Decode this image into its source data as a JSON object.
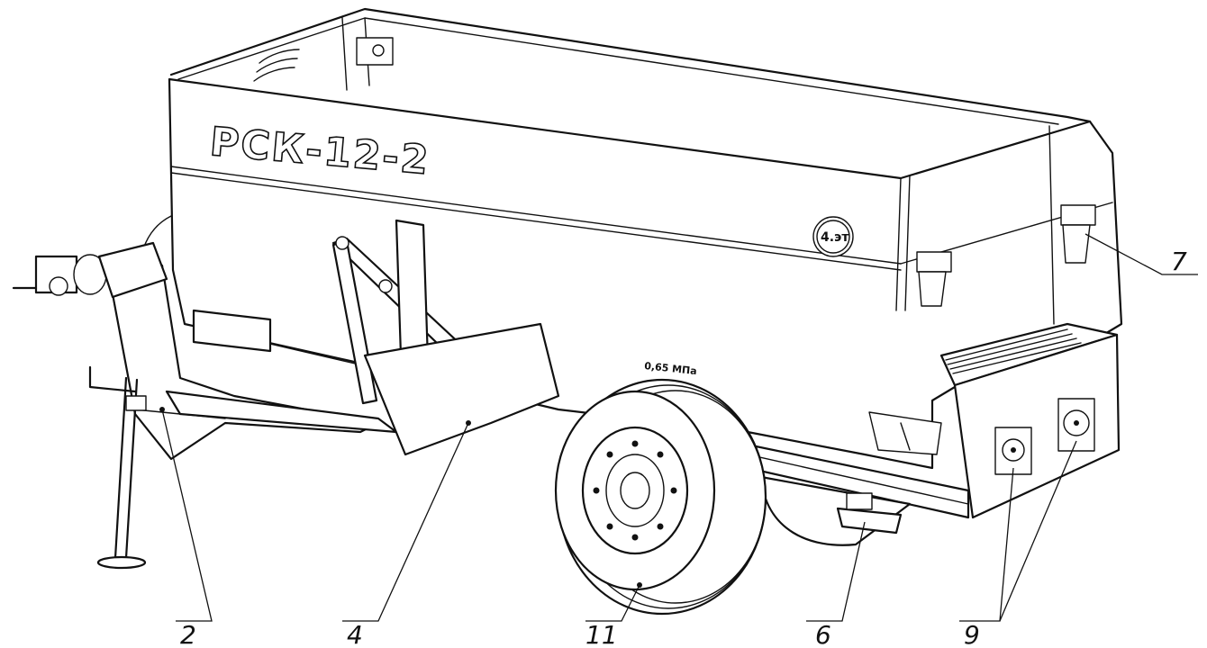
{
  "drawing": {
    "model_label": "РСК-12-2",
    "pressure_label": "0,65 МПа",
    "logo_label": "4.эт"
  },
  "callouts": [
    "2",
    "4",
    "11",
    "6",
    "9",
    "7"
  ]
}
